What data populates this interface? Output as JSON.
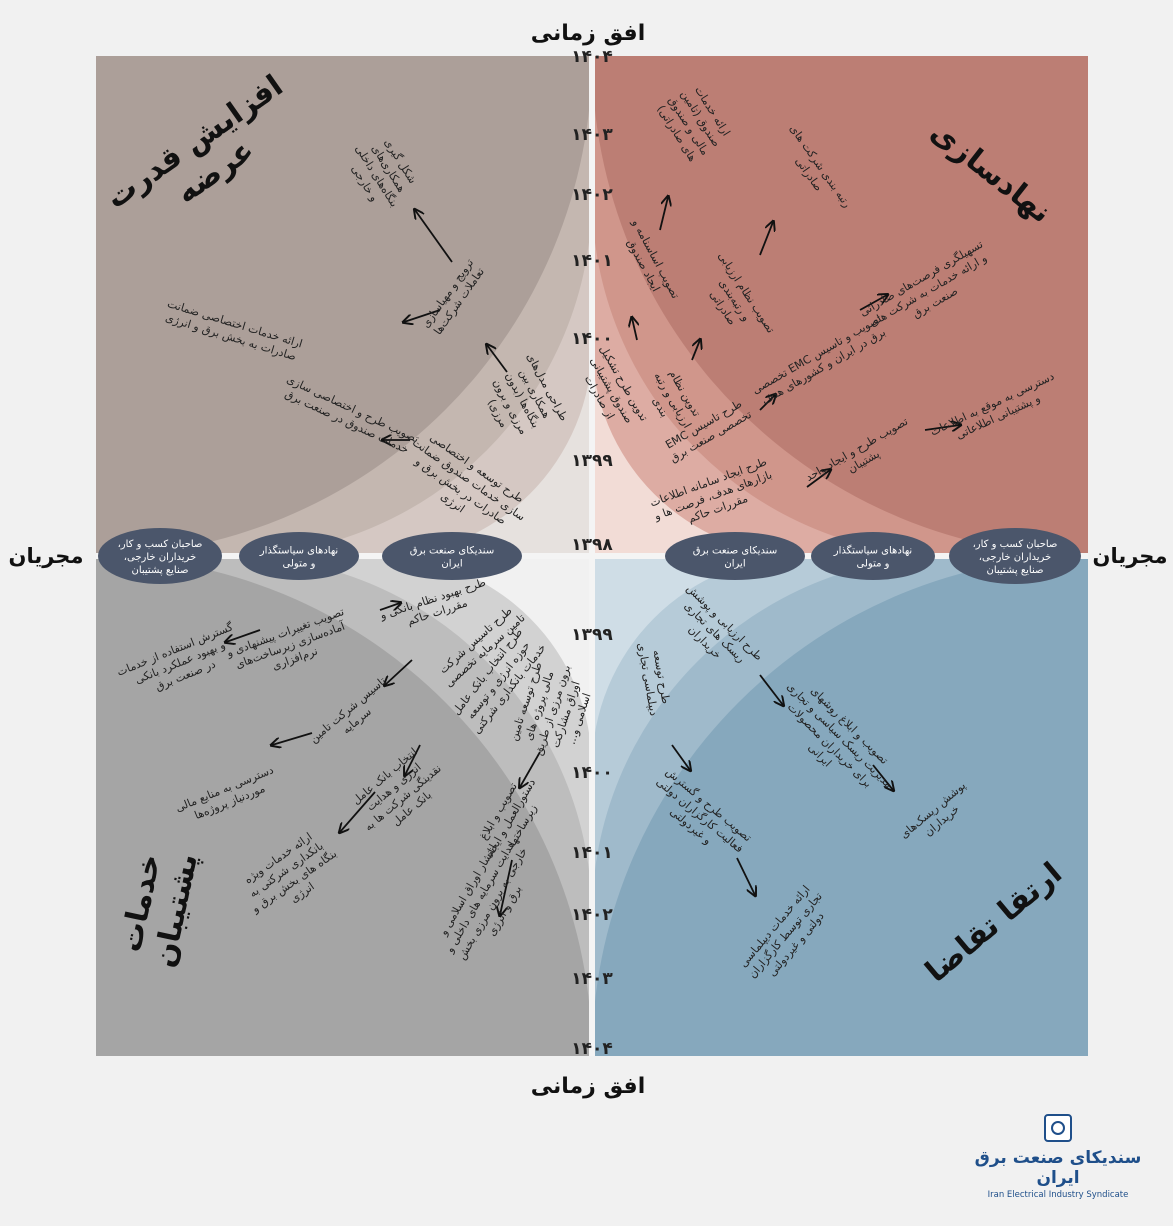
{
  "axis": {
    "time_top": "افق زمانی",
    "time_bottom": "افق زمانی",
    "channel_left": "مجریان",
    "channel_right": "مجریان",
    "years_upper": [
      "۱۴۰۴",
      "۱۴۰۳",
      "۱۴۰۲",
      "۱۴۰۱",
      "۱۴۰۰",
      "۱۳۹۹",
      "۱۳۹۸"
    ],
    "years_lower": [
      "۱۳۹۹",
      "۱۴۰۰",
      "۱۴۰۱",
      "۱۴۰۲",
      "۱۴۰۳",
      "۱۴۰۴"
    ]
  },
  "quadrants": {
    "tl": {
      "title": "افزایش قدرت عرضه",
      "colors": [
        "#e6e1de",
        "#d5c8c3",
        "#c4b7b0",
        "#ac9f99"
      ]
    },
    "tr": {
      "title": "نهادسازی",
      "colors": [
        "#f2dcd6",
        "#ddaca3",
        "#d0968b",
        "#bc7e74"
      ]
    },
    "bl": {
      "title": "خدمات پشتیبان",
      "colors": [
        "#f1f1f1",
        "#d2d2d2",
        "#bdbdbd",
        "#a5a5a5"
      ]
    },
    "br": {
      "title": "ارتقا تقاضا",
      "colors": [
        "#cfdde6",
        "#b6cbd8",
        "#9fbacb",
        "#86a8bd"
      ]
    }
  },
  "actors": {
    "left": [
      "صاحبان کسب و کار، خریداران خارجی، صنایع پشتیبان",
      "نهادهای سیاستگذار و متولی",
      "سندیکای صنعت برق ایران"
    ],
    "right": [
      "سندیکای صنعت برق ایران",
      "نهادهای سیاستگذار و متولی",
      "صاحبان کسب و کار، خریداران خارجی، صنایع پشتیبان"
    ]
  },
  "items": {
    "tl": [
      "شکل گیری همکاری‌های بنگاه‌های داخلی و خارجی",
      "ترویج و مهیاسازی تعاملات شرکت‌ها",
      "ارائه خدمات اختصاصی ضمانت صادرات به بخش برق و انرژی",
      "تصویب طرح و اختصاصی سازی خدمات صندوق در صنعت برق",
      "طراحی مدل‌های همکاری بین بنگاه‌ها (بدون مرزی و برون مرزی)",
      "طرح توسعه و اختصاصی سازی خدمات صندوق ضمانت صادرات در بخش برق و انرژی"
    ],
    "tr": [
      "ارائه خدمات صندوق (تامین مالی و صندوق های صادراتی)",
      "رتبه بندی شرکت های صادراتی",
      "تسهیلگری فرصت‌های صادراتی و ارائه خدمات به شرکت های صنعت برق",
      "دسترسی به موقع به اطلاعات و پشتیبانی اطلاعاتی",
      "تصویب اساسنامه و ایجاد صندوق",
      "تصویب نظام ارزیابی و رتبه‌بندی صادراتی",
      "تصویب و تاسیس EMC تخصصی برق در ایران و کشورهای هدف",
      "تصویب طرح و ایجاد واحد پشتیبان",
      "تدوین طرح تشکیل صندوق پشتیبانی از صادرات",
      "تدوین نظام ارزیابی و رتبه بندی",
      "طرح تاسیس EMC تخصصی صنعت برق",
      "طرح ایجاد سامانه اطلاعات بازارهای هدف، فرصت ها و مقررات حاکم"
    ],
    "bl": [
      "گسترش استفاده از خدمات و بهبود عملکرد بانکی در صنعت برق",
      "دسترسی به منابع مالی موردنیاز پروژه‌ها",
      "ارائه خدمات ویژه بانکداری شرکتی به بنگاه های بخش برق و انرژی",
      "انتشار اوراق اسلامی و هدایت سرمایه های داخلی و خارجی به برون مرزی بخش برق و انرژی",
      "تصویب تغییرات پیشنهادی و آماده‌سازی زیرساخت‌های نرم‌افزاری",
      "تاسیس شرکت تامین سرمایه",
      "انتخاب بانک عامل انرژی و هدایت نقدینگی شرکت ها به بانک عامل",
      "تصویب و ابلاغ دستورالعمل و ایجاد زیرساختها",
      "طرح بهبود نظام بانکی و مقررات حاکم",
      "طرح تاسیس شرکت تامین سرمایه تخصصی",
      "طرح انتخاب بانک عامل حوزه انرژی و توسعه خدمات بانکداری شرکتی",
      "طرح توسعه تامین مالی پروژه های برون مرزی از طریق اوراق مشارکت اسلامی و..."
    ],
    "br": [
      "پوشش ریسک‌های خریداران",
      "ارائه خدمات دیپلماسی تجاری توسط کارگزاران دولتی و غیردولتی",
      "تصویب و ابلاغ روشهای مدیریت ریسک سیاسی و تجاری برای خریداران محصولات ایرانی",
      "تصویب طرح و گسترش فعالیت کارگزاران دولتی و غیردولتی",
      "طرح ارزیابی و پوشش ریسک های تجاری خریداران",
      "طرح توسعه دیپلماسی تجاری"
    ]
  },
  "logo": {
    "fa": "سندیکای صنعت برق ایران",
    "en": "Iran Electrical Industry Syndicate"
  }
}
